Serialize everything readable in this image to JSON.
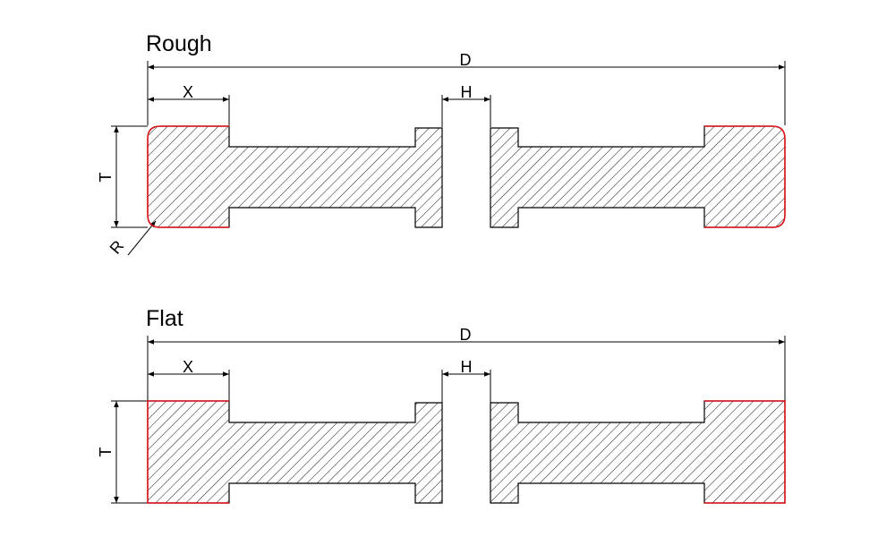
{
  "sections": [
    {
      "title": "Rough",
      "labels": {
        "diameter": "D",
        "edge_width": "X",
        "hole": "H",
        "thickness": "T",
        "radius": "R"
      },
      "edge_style": "rounded"
    },
    {
      "title": "Flat",
      "labels": {
        "diameter": "D",
        "edge_width": "X",
        "hole": "H",
        "thickness": "T"
      },
      "edge_style": "flat"
    }
  ],
  "colors": {
    "line": "#000000",
    "edge_highlight": "#e0141b",
    "hatch": "#000000",
    "background": "#ffffff"
  }
}
